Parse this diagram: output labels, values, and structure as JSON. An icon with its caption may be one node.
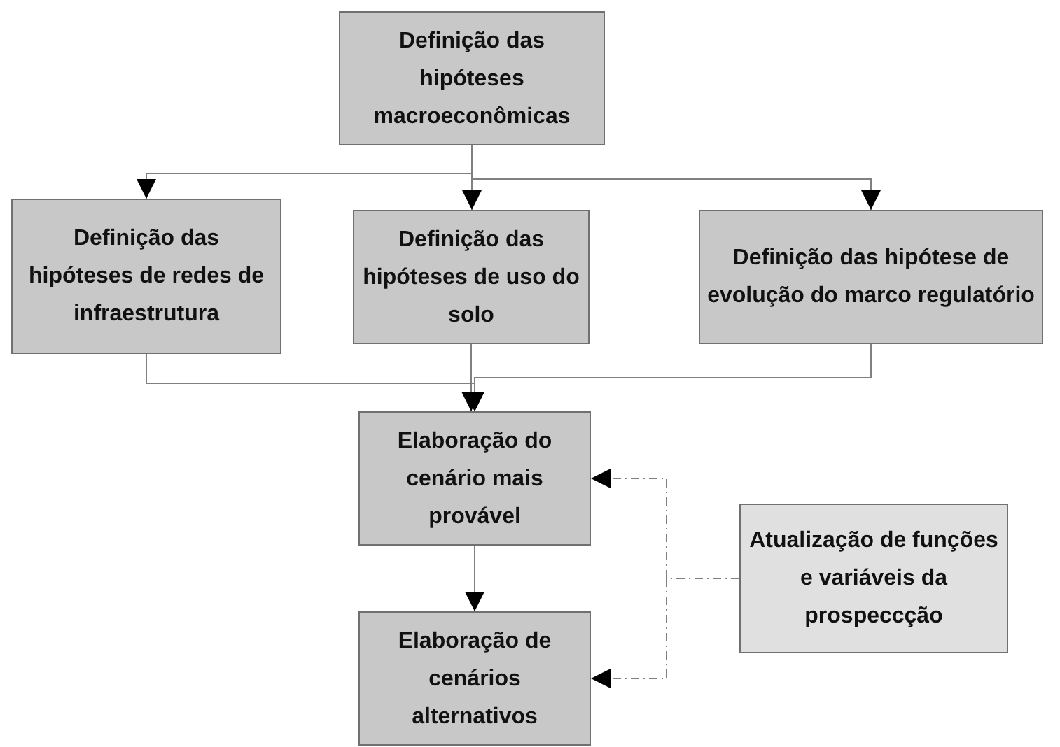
{
  "diagram": {
    "nodes": [
      {
        "text": [
          "Definição das hipóteses macroeconômicas"
        ]
      },
      {
        "text": [
          "Definição das hipóteses de redes de infraestrutura"
        ]
      },
      {
        "text": [
          "Definição das hipóteses de uso do solo"
        ]
      },
      {
        "text": [
          "Definição das hipótese de evolução do marco regulatório"
        ]
      },
      {
        "text": [
          "Elaboração do cenário mais provável"
        ]
      },
      {
        "text": [
          "Elaboração de cenários alternativos"
        ]
      },
      {
        "text": [
          "Atualização de funções e variáveis da prospeccção"
        ]
      }
    ],
    "edges": [
      {
        "from": 0,
        "to": 1,
        "arrow": "to"
      },
      {
        "from": 0,
        "to": 2,
        "arrow": "to"
      },
      {
        "from": 0,
        "to": 3,
        "arrow": "to"
      },
      {
        "from": 1,
        "to": 4,
        "arrow": "to"
      },
      {
        "from": 2,
        "to": 4,
        "arrow": "to"
      },
      {
        "from": 3,
        "to": 4,
        "arrow": "to"
      },
      {
        "from": 4,
        "to": 5,
        "arrow": "to"
      },
      {
        "from": 6,
        "to": 4,
        "arrow": "to",
        "style": "dashed"
      },
      {
        "from": 6,
        "to": 5,
        "arrow": "to",
        "style": "dashed"
      }
    ]
  }
}
